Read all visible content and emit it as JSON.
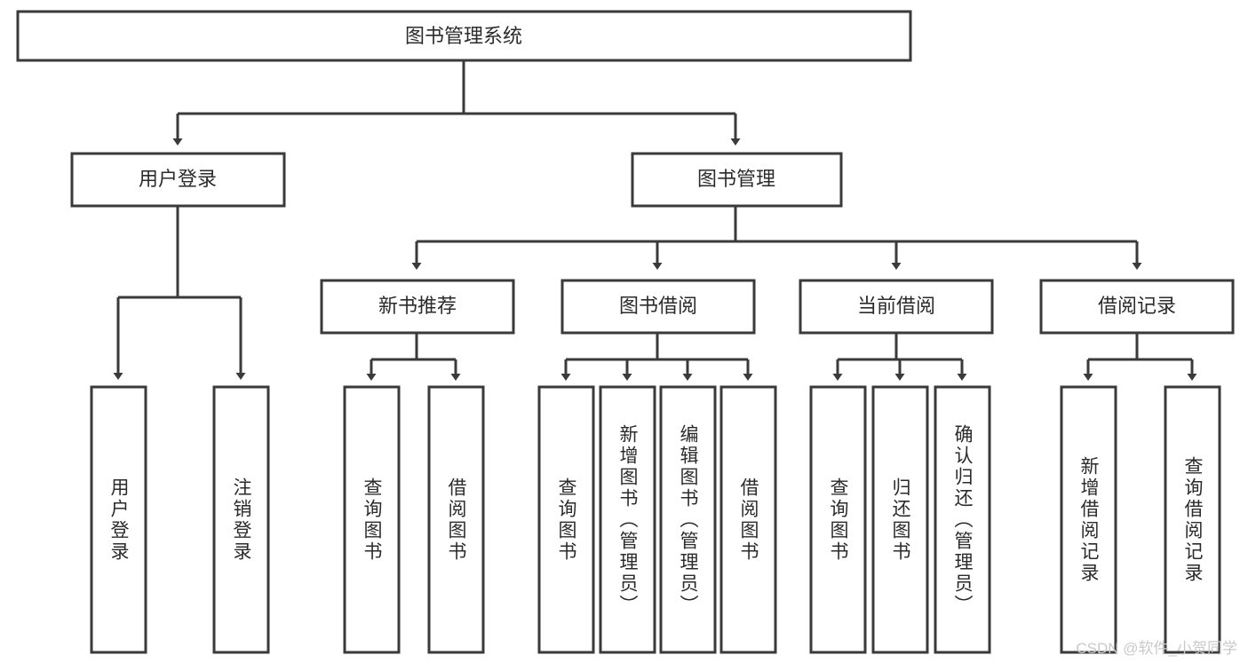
{
  "diagram": {
    "title": "图书管理系统",
    "root": {
      "label": "图书管理系统"
    },
    "level1": [
      {
        "label": "用户登录"
      },
      {
        "label": "图书管理"
      }
    ],
    "level2": [
      {
        "label": "新书推荐"
      },
      {
        "label": "图书借阅"
      },
      {
        "label": "当前借阅"
      },
      {
        "label": "借阅记录"
      }
    ],
    "leaves": {
      "user_login": [
        {
          "label": "用户登录"
        },
        {
          "label": "注销登录"
        }
      ],
      "new_book_recommend": [
        {
          "label": "查询图书"
        },
        {
          "label": "借阅图书"
        }
      ],
      "book_borrow": [
        {
          "label": "查询图书"
        },
        {
          "label": "新增图书（管理员）"
        },
        {
          "label": "编辑图书（管理员）"
        },
        {
          "label": "借阅图书"
        }
      ],
      "current_borrow": [
        {
          "label": "查询图书"
        },
        {
          "label": "归还图书"
        },
        {
          "label": "确认归还（管理员）"
        }
      ],
      "borrow_record": [
        {
          "label": "新增借阅记录"
        },
        {
          "label": "查询借阅记录"
        }
      ]
    }
  },
  "watermark": {
    "text": "CSDN @软件_小贺同学"
  },
  "colors": {
    "stroke": "#3a3a3a",
    "fill": "#ffffff",
    "text": "#2b2b2b",
    "watermark": "#c9c9c9"
  }
}
